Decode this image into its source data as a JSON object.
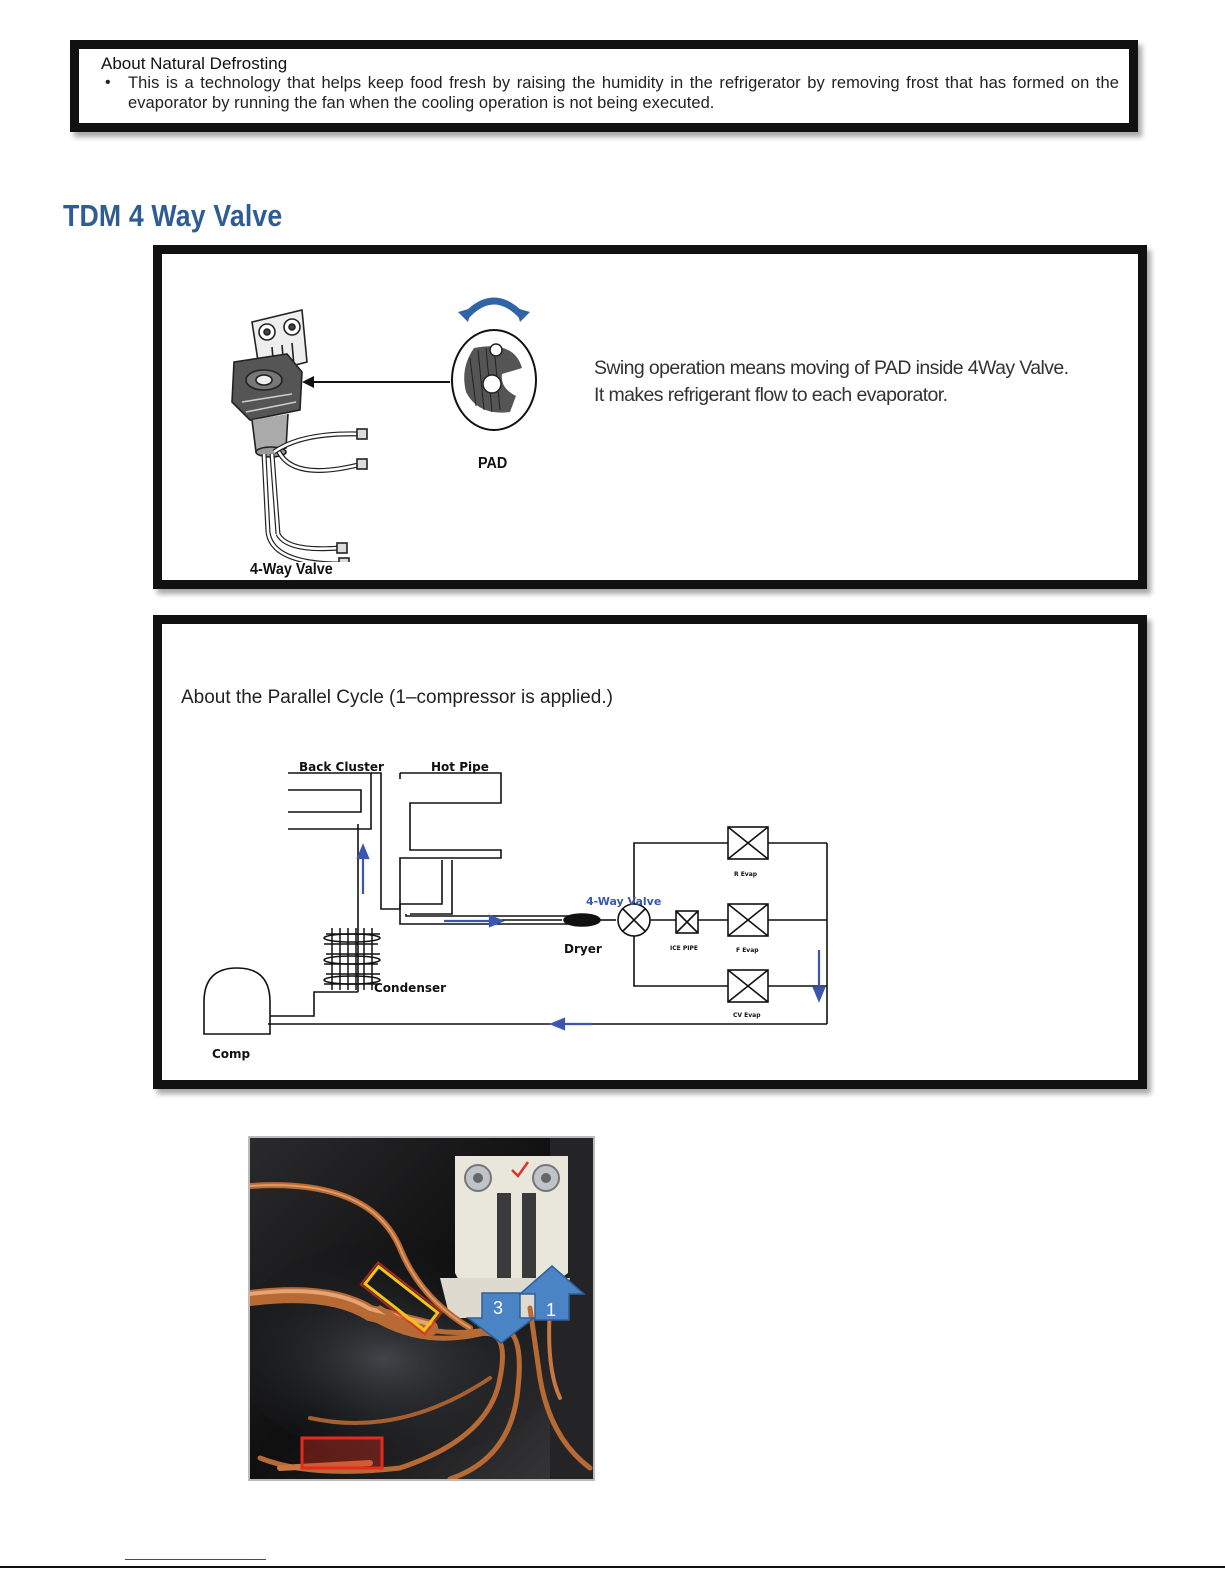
{
  "natural_defrost": {
    "title": "About Natural Defrosting",
    "bullet": "•",
    "text": "This is a technology that helps keep food fresh by raising the humidity in the refrigerator by removing frost that has formed on the evaporator by running the fan when the cooling operation is not being executed."
  },
  "section_title": "TDM 4 Way Valve",
  "valve_panel": {
    "pad_label": "PAD",
    "valve_label": "4-Way Valve",
    "swing_line1": "Swing operation means moving of PAD inside 4Way Valve.",
    "swing_line2": "It makes refrigerant flow to each evaporator."
  },
  "cycle_panel": {
    "title": "About the Parallel Cycle (1–compressor is applied.)",
    "labels": {
      "back_cluster": "Back Cluster",
      "hot_pipe": "Hot Pipe",
      "four_way_valve": "4-Way Valve",
      "dryer": "Dryer",
      "ice_pipe": "ICE PIPE",
      "r_evap": "R Evap",
      "f_evap": "F Evap",
      "cv_evap": "CV Evap",
      "condenser": "Condenser",
      "comp": "Comp"
    },
    "colors": {
      "flow_arrow": "#3a56b0",
      "line": "#111111"
    }
  },
  "photo": {
    "arrow_left_num": "3",
    "arrow_right_num": "1",
    "colors": {
      "copper": "#c7773f",
      "arrow": "#4a84c4",
      "highlight_red": "#e52a1e",
      "highlight_yellow": "#f0c419"
    }
  }
}
